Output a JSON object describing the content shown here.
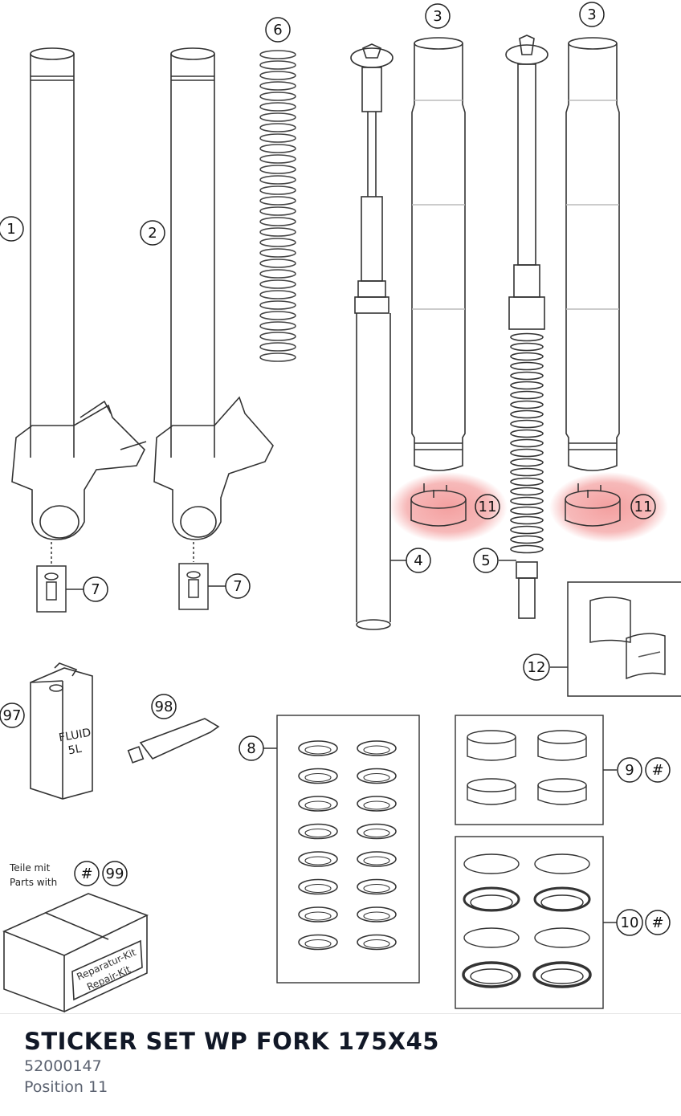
{
  "diagram": {
    "callouts": {
      "c1": "1",
      "c2": "2",
      "c3a": "3",
      "c3b": "3",
      "c4": "4",
      "c5": "5",
      "c6": "6",
      "c7a": "7",
      "c7b": "7",
      "c8": "8",
      "c9": "9",
      "c9h": "#",
      "c10": "10",
      "c10h": "#",
      "c11a": "11",
      "c11b": "11",
      "c12": "12",
      "c97": "97",
      "c98": "98",
      "c99": "99",
      "c99h": "#"
    },
    "can_label_line1": "FLUID",
    "can_label_line2": "5L",
    "parts_with_line1": "Teile mit",
    "parts_with_line2": "Parts with",
    "repair_kit_line1": "Reparatur-Kit",
    "repair_kit_line2": "Repair-Kit",
    "highlight_color": "#f08080"
  },
  "product": {
    "title": "STICKER SET WP FORK 175X45",
    "part_number": "52000147",
    "position": "Position 11"
  }
}
